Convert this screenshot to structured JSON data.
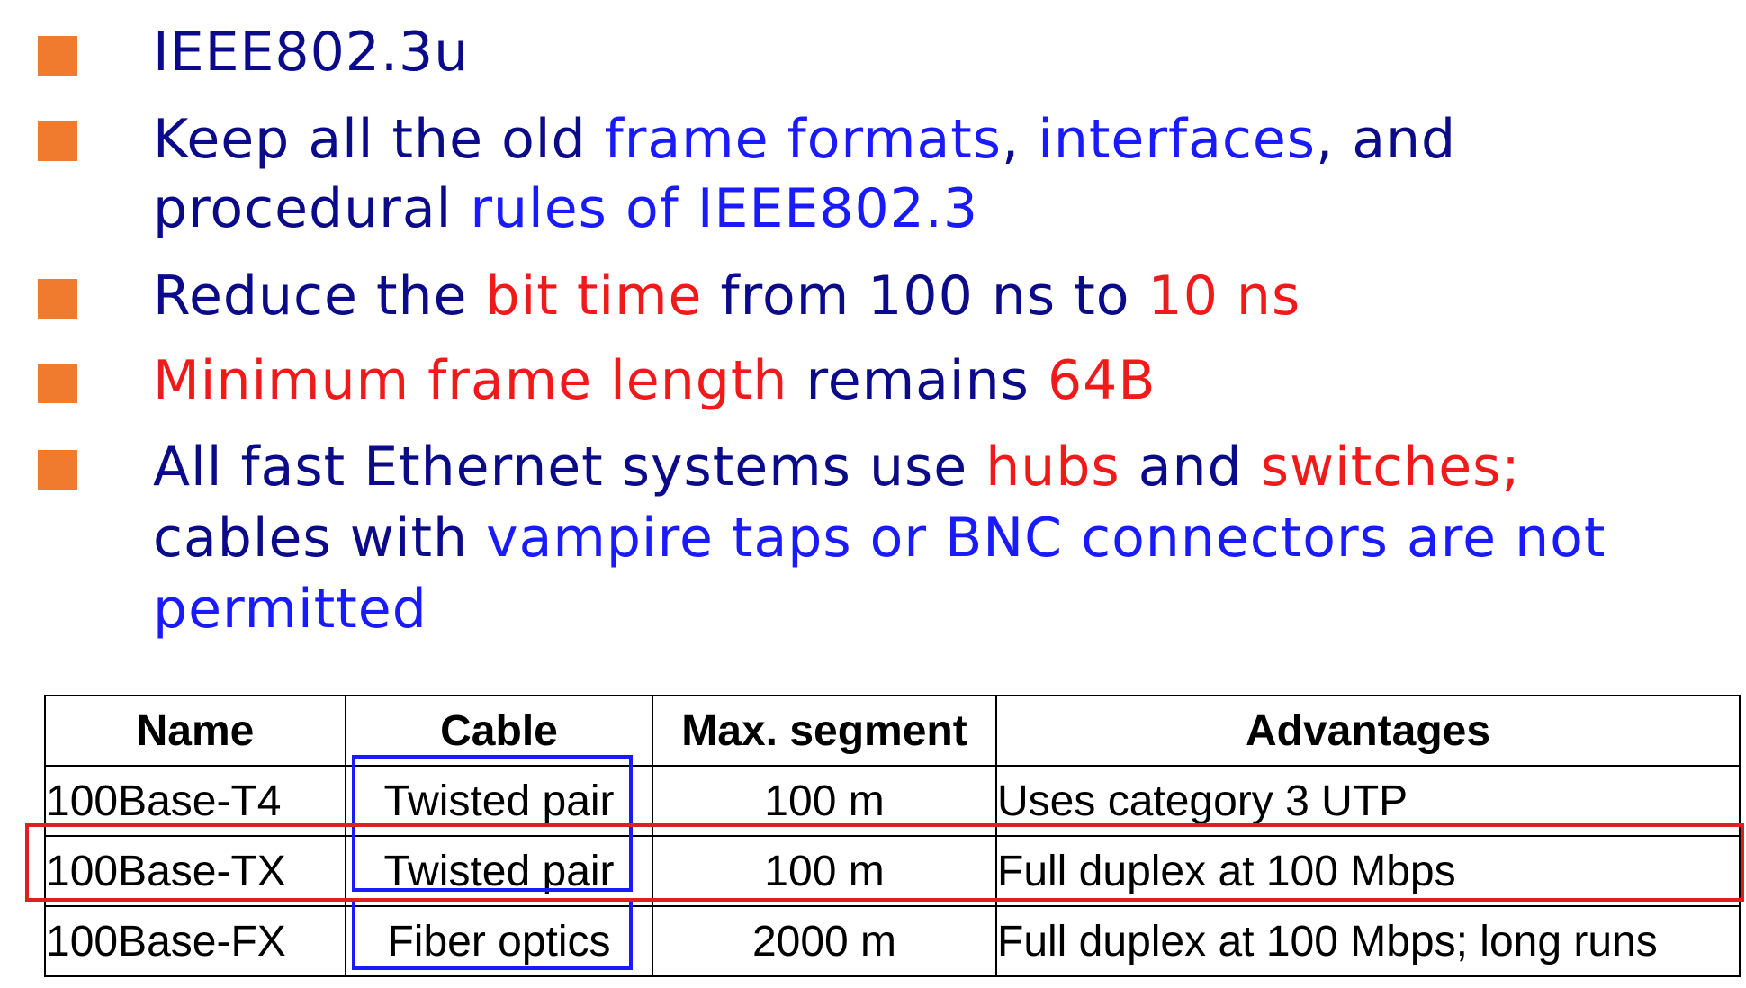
{
  "bullets": [
    {
      "lines": [
        [
          {
            "text": "IEEE802.3u",
            "color": "navy"
          }
        ]
      ]
    },
    {
      "lines": [
        [
          {
            "text": "Keep all the old ",
            "color": "navy"
          },
          {
            "text": "frame formats",
            "color": "blue"
          },
          {
            "text": ", ",
            "color": "navy"
          },
          {
            "text": "interfaces",
            "color": "blue"
          },
          {
            "text": ", and",
            "color": "navy"
          }
        ],
        [
          {
            "text": "procedural ",
            "color": "navy"
          },
          {
            "text": "rules of IEEE802.3",
            "color": "blue"
          }
        ]
      ]
    },
    {
      "lines": [
        [
          {
            "text": "Reduce the ",
            "color": "navy"
          },
          {
            "text": "bit time",
            "color": "red"
          },
          {
            "text": " from 100 ns to ",
            "color": "navy"
          },
          {
            "text": "10 ns",
            "color": "red"
          }
        ]
      ]
    },
    {
      "lines": [
        [
          {
            "text": "Minimum frame length",
            "color": "red"
          },
          {
            "text": " remains ",
            "color": "navy"
          },
          {
            "text": "64B",
            "color": "red"
          }
        ]
      ]
    },
    {
      "lines": [
        [
          {
            "text": "All fast Ethernet systems use ",
            "color": "navy"
          },
          {
            "text": "hubs",
            "color": "red"
          },
          {
            "text": " and ",
            "color": "navy"
          },
          {
            "text": "switches;",
            "color": "red"
          }
        ],
        [
          {
            "text": "cables with ",
            "color": "navy"
          },
          {
            "text": "vampire taps or BNC connectors are not",
            "color": "blue"
          }
        ],
        [
          {
            "text": "permitted",
            "color": "blue"
          }
        ]
      ]
    }
  ],
  "colors": {
    "navy": "#0b0b8a",
    "blue": "#1a1aff",
    "red": "#f01a1a",
    "bullet": "#f07a2e"
  },
  "table": {
    "headers": [
      "Name",
      "Cable",
      "Max. segment",
      "Advantages"
    ],
    "rows": [
      [
        "100Base-T4",
        "Twisted pair",
        "100 m",
        "Uses category 3 UTP"
      ],
      [
        "100Base-TX",
        "Twisted pair",
        "100 m",
        "Full duplex at 100 Mbps"
      ],
      [
        "100Base-FX",
        "Fiber optics",
        "2000 m",
        "Full duplex at 100 Mbps; long runs"
      ]
    ]
  }
}
